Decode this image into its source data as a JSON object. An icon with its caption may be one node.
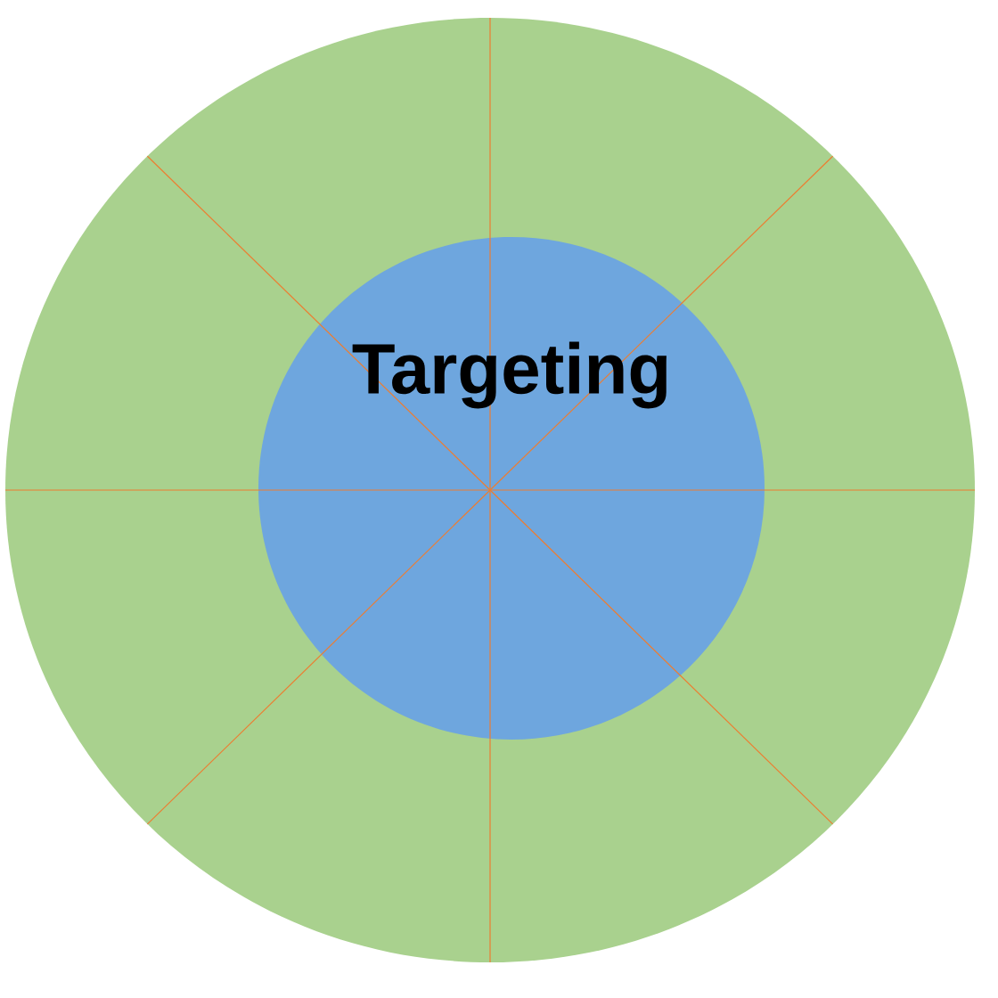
{
  "diagram": {
    "nodes": [
      {
        "text": [],
        "shape": "circle"
      },
      {
        "text": [
          "Targeting"
        ],
        "in": 0
      }
    ]
  }
}
